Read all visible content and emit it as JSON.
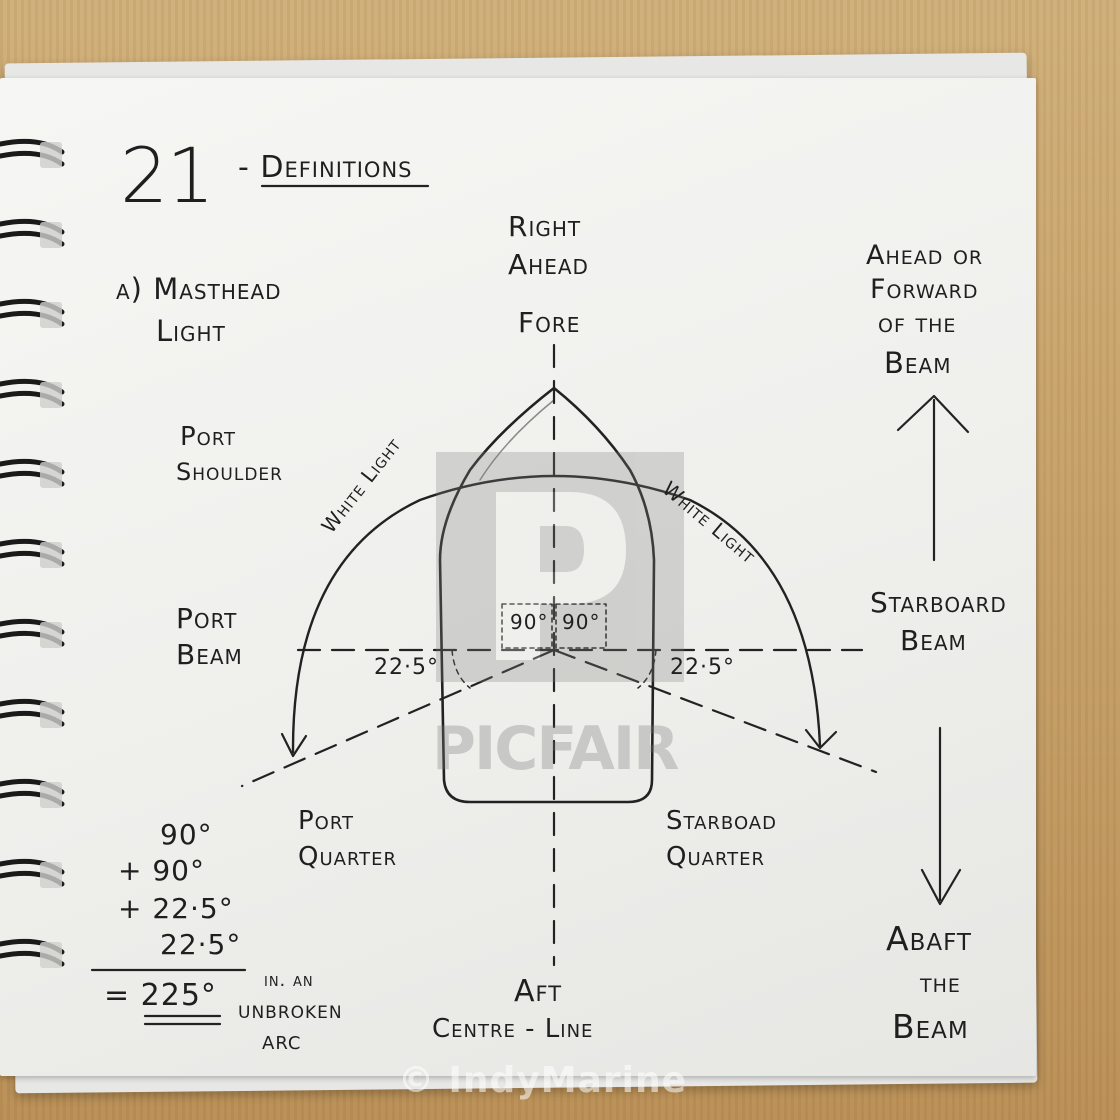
{
  "page": {
    "number": "21",
    "title": "- Definitions",
    "item": [
      "a) Masthead",
      "Light"
    ]
  },
  "directions": {
    "right_ahead": [
      "Right",
      "Ahead"
    ],
    "fore": "Fore",
    "aft": "Aft",
    "centre_line": "Centre - Line",
    "port_shoulder": [
      "Port",
      "Shoulder"
    ],
    "port_beam": [
      "Port",
      "Beam"
    ],
    "starboard_beam": [
      "Starboard",
      "Beam"
    ],
    "port_quarter": [
      "Port",
      "Quarter"
    ],
    "starboard_quarter": [
      "Starboad",
      "Quarter"
    ],
    "ahead_forward": [
      "Ahead or",
      "Forward",
      "of the",
      "Beam"
    ],
    "abaft": [
      "Abaft",
      "the",
      "Beam"
    ]
  },
  "arc": {
    "label_left": "White Light",
    "label_right": "White Light",
    "angle_90": "90°",
    "angle_22": "22·5°"
  },
  "sum": {
    "lines": [
      "90°",
      "+ 90°",
      "+ 22·5°",
      "22·5°"
    ],
    "total": "= 225°",
    "note": [
      "in. an",
      "unbroken",
      "arc"
    ]
  },
  "watermark": {
    "brand": "PICFAIR",
    "credit": "© IndyMarine"
  }
}
